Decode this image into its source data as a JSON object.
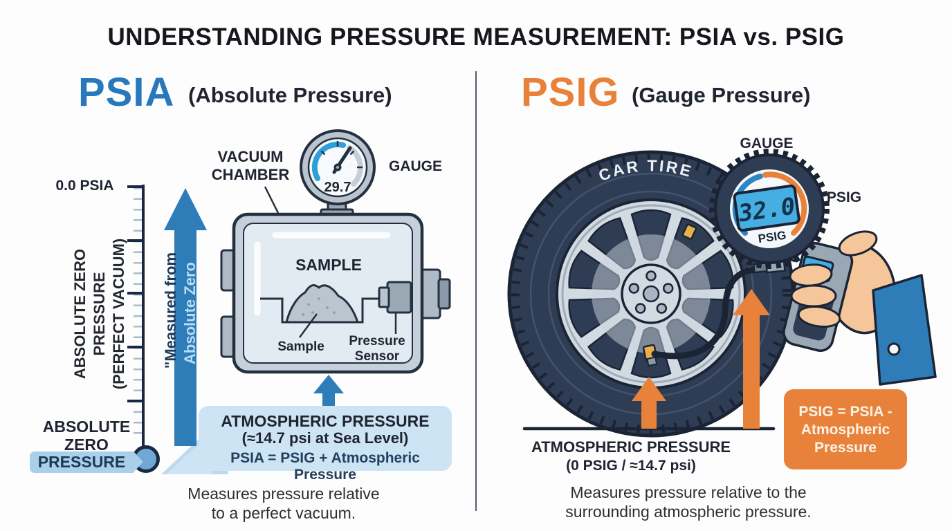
{
  "title": "UNDERSTANDING PRESSURE MEASUREMENT: PSIA vs. PSIG",
  "colors": {
    "psia_blue": "#2878be",
    "psig_orange": "#e8823b",
    "dark_navy": "#1b2434",
    "arrow_blue": "#2e7cb8",
    "light_blue_box": "#cde4f5",
    "banner_blue": "#a9cfe9",
    "lcd_blue": "#45afe4"
  },
  "left": {
    "heading": "PSIA",
    "heading_sub": "(Absolute Pressure)",
    "scale": {
      "top_label": "0.0 PSIA",
      "axis_label_line1": "ABSOLUTE ZERO PRESSURE",
      "axis_label_line2": "(PERFECT VACUUM)",
      "bottom_label_line1": "ABSOLUTE",
      "bottom_label_line2": "ZERO",
      "banner": "PRESSURE"
    },
    "arrow_label_outer": "\"Measured from",
    "arrow_label_inner": "Absolute Zero",
    "chamber": {
      "label_line1": "VACUUM",
      "label_line2": "CHAMBER",
      "gauge_label": "GAUGE",
      "gauge_reading": "29.7",
      "sample_heading": "SAMPLE",
      "sample_label": "Sample",
      "sensor_label_line1": "Pressure",
      "sensor_label_line2": "Sensor"
    },
    "info_box": {
      "line1": "ATMOSPHERIC PRESSURE",
      "line2": "(≈14.7 psi at Sea Level)",
      "line3": "PSIA = PSIG + Atmospheric Pressure"
    },
    "caption_line1": "Measures pressure relative",
    "caption_line2": "to a perfect vacuum."
  },
  "right": {
    "heading": "PSIG",
    "heading_sub": "(Gauge Pressure)",
    "tire_label": "CAR TIRE",
    "gauge_label": "GAUGE",
    "gauge_reading": "32.0",
    "gauge_unit": "PSIG",
    "psig_label": "PSIG",
    "ground": {
      "line1": "ATMOSPHERIC PRESSURE",
      "line2": "(0 PSIG / ≈14.7 psi)"
    },
    "formula_box": {
      "line1": "PSIG = PSIA -",
      "line2": "Atmospheric",
      "line3": "Pressure"
    },
    "caption_line1": "Measures pressure relative to the",
    "caption_line2": "surrounding atmospheric pressure."
  }
}
